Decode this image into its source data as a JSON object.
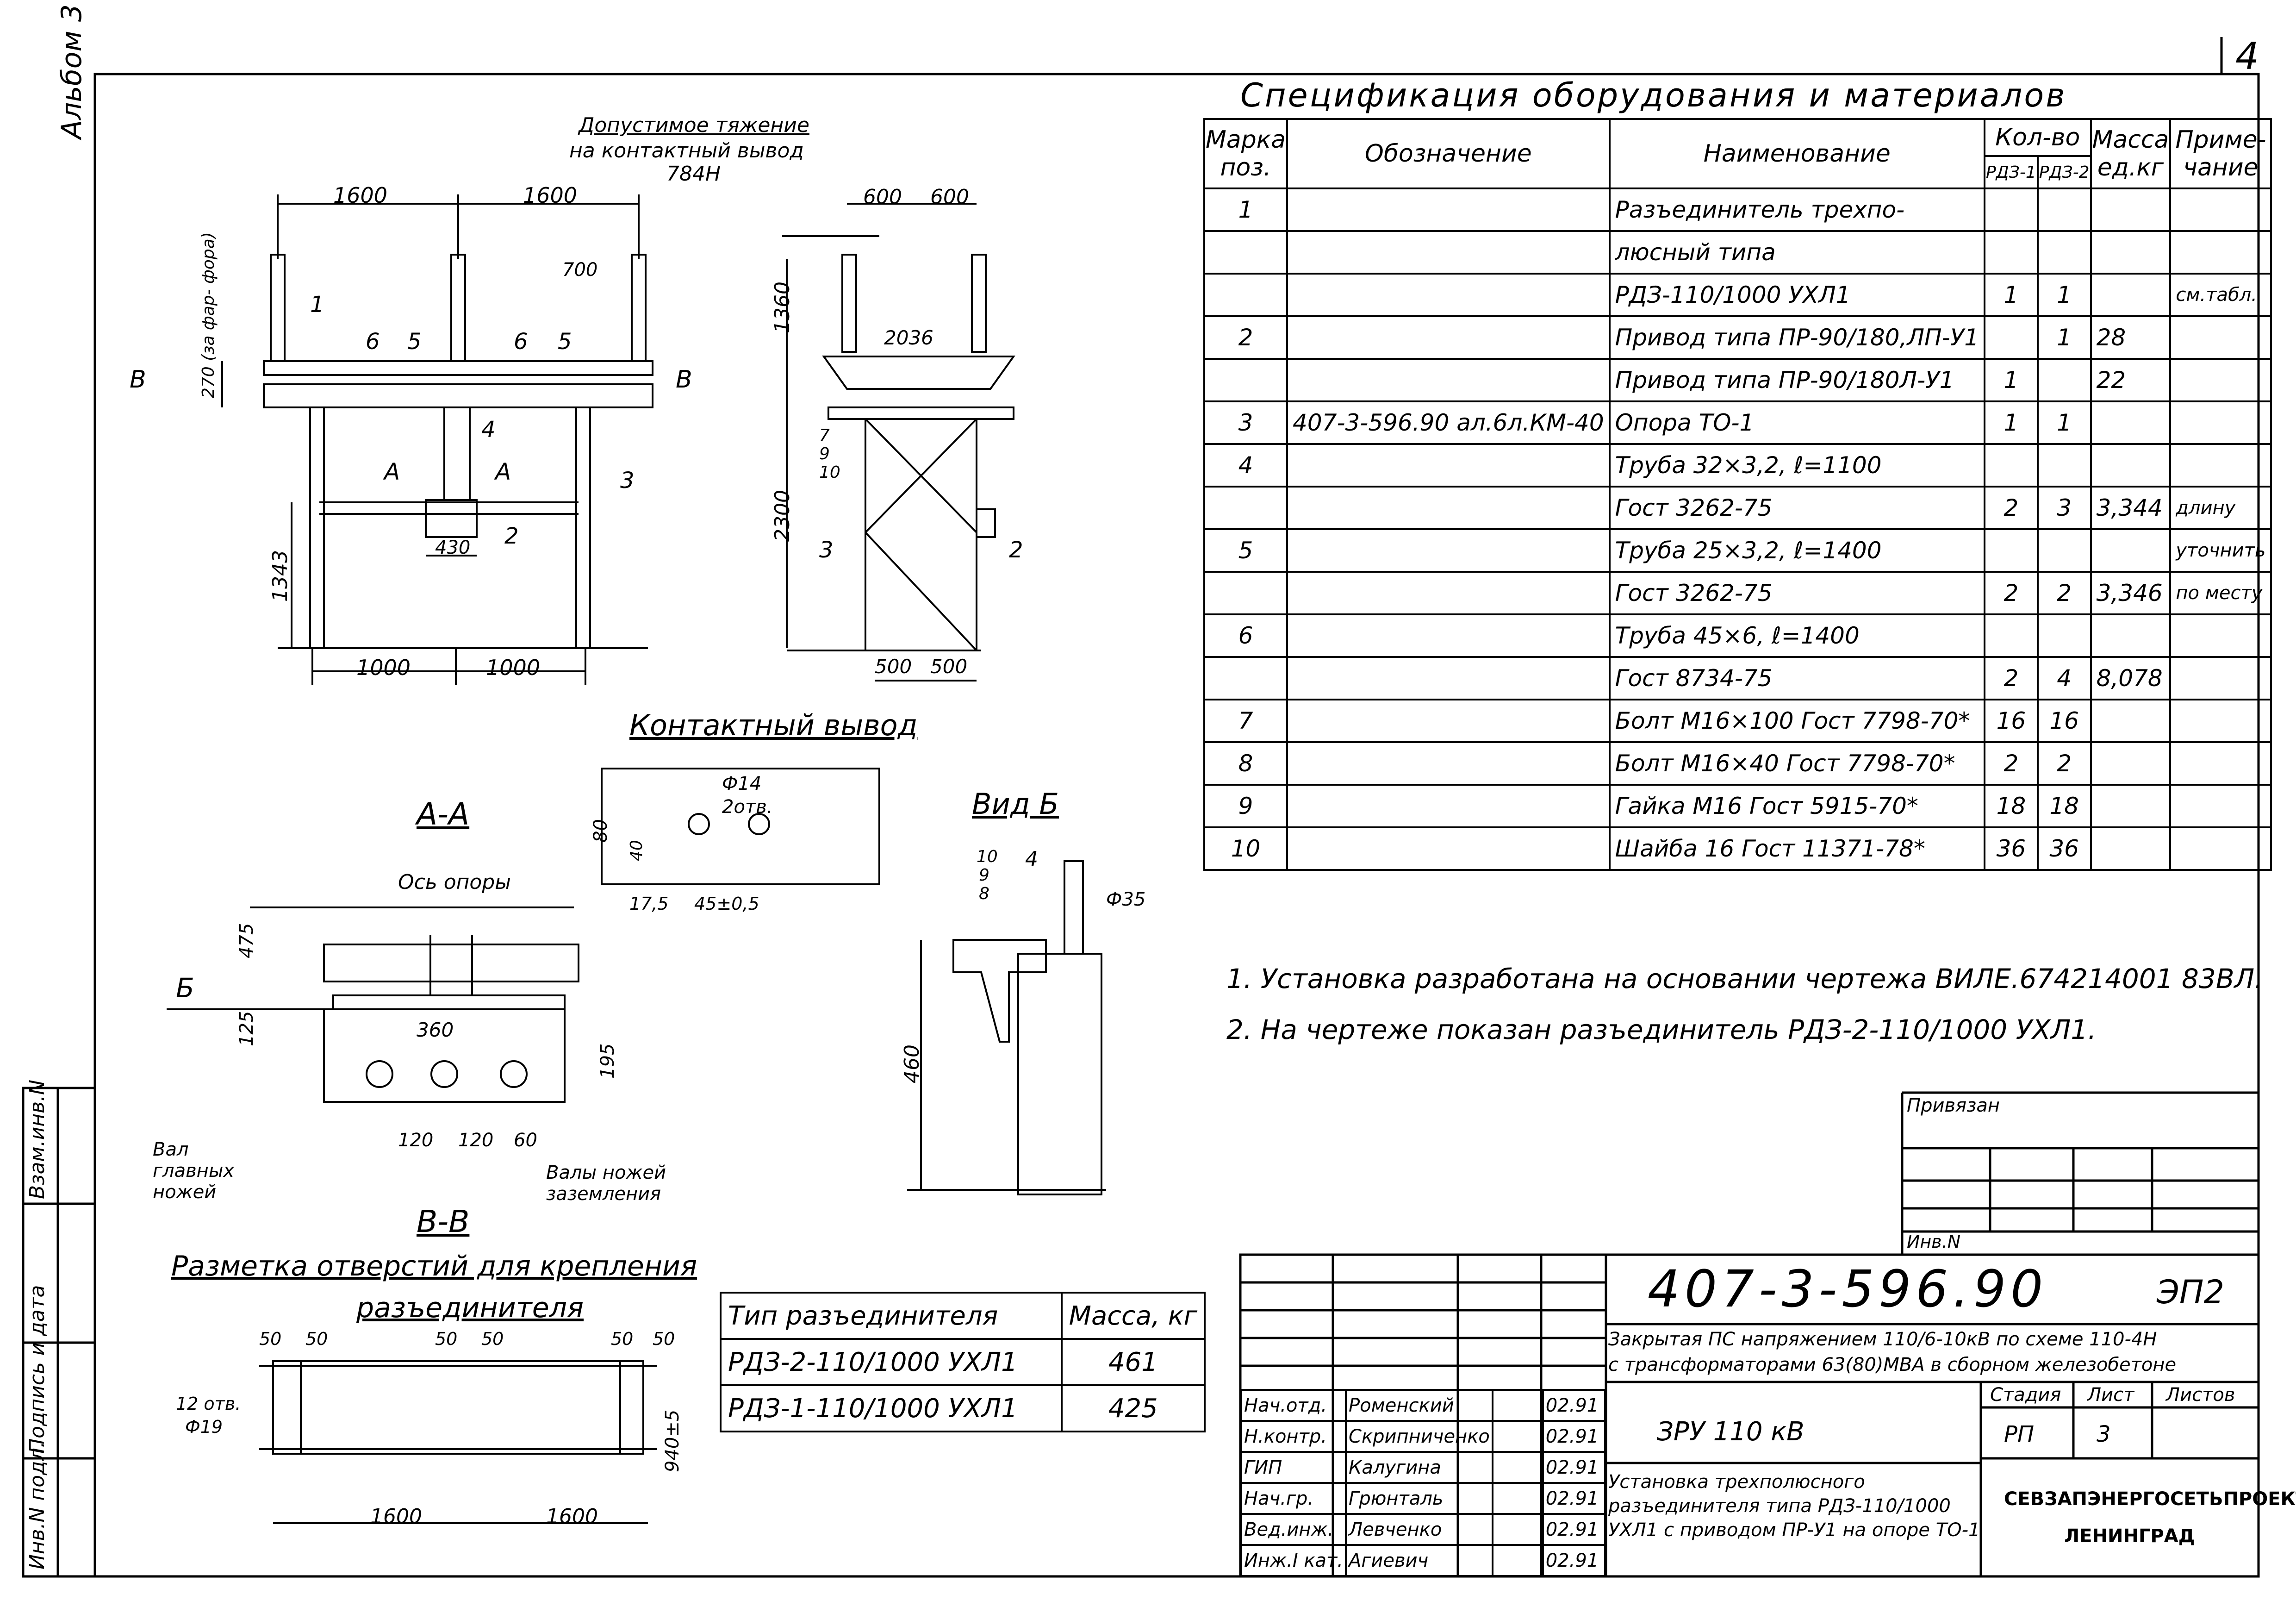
{
  "sheet_corner": "4",
  "album": "Альбом 3",
  "side_stamps": [
    "Инв.N подл.",
    "Подпись и дата",
    "Взам.инв.N"
  ],
  "spec": {
    "title": "Спецификация оборудования и материалов",
    "headers": {
      "mark": "Марка поз.",
      "designation": "Обозначение",
      "name": "Наименование",
      "qty": "Кол-во",
      "qty_a": "РДЗ-1",
      "qty_b": "РДЗ-2",
      "mass": "Масса ед.кг",
      "note": "Приме-чание"
    },
    "rows": [
      {
        "mark": "1",
        "designation": "",
        "name": "Разъединитель трехпо-",
        "q1": "",
        "q2": "",
        "mass": "",
        "note": ""
      },
      {
        "mark": "",
        "designation": "",
        "name": "люсный типа",
        "q1": "",
        "q2": "",
        "mass": "",
        "note": ""
      },
      {
        "mark": "",
        "designation": "",
        "name": "РДЗ-110/1000 УХЛ1",
        "q1": "1",
        "q2": "1",
        "mass": "",
        "note": "см.табл."
      },
      {
        "mark": "2",
        "designation": "",
        "name": "Привод типа ПР-90/180,ЛП-У1",
        "q1": "",
        "q2": "1",
        "mass": "28",
        "note": ""
      },
      {
        "mark": "",
        "designation": "",
        "name": "Привод типа ПР-90/180Л-У1",
        "q1": "1",
        "q2": "",
        "mass": "22",
        "note": ""
      },
      {
        "mark": "3",
        "designation": "407-3-596.90 ал.6л.КМ-40",
        "name": "Опора ТО-1",
        "q1": "1",
        "q2": "1",
        "mass": "",
        "note": ""
      },
      {
        "mark": "4",
        "designation": "",
        "name": "Труба 32×3,2, ℓ=1100",
        "q1": "",
        "q2": "",
        "mass": "",
        "note": ""
      },
      {
        "mark": "",
        "designation": "",
        "name": "Гост 3262-75",
        "q1": "2",
        "q2": "3",
        "mass": "3,344",
        "note": "длину"
      },
      {
        "mark": "5",
        "designation": "",
        "name": "Труба 25×3,2, ℓ=1400",
        "q1": "",
        "q2": "",
        "mass": "",
        "note": "уточнить"
      },
      {
        "mark": "",
        "designation": "",
        "name": "Гост 3262-75",
        "q1": "2",
        "q2": "2",
        "mass": "3,346",
        "note": "по месту"
      },
      {
        "mark": "6",
        "designation": "",
        "name": "Труба 45×6, ℓ=1400",
        "q1": "",
        "q2": "",
        "mass": "",
        "note": ""
      },
      {
        "mark": "",
        "designation": "",
        "name": "Гост 8734-75",
        "q1": "2",
        "q2": "4",
        "mass": "8,078",
        "note": ""
      },
      {
        "mark": "7",
        "designation": "",
        "name": "Болт М16×100 Гост 7798-70*",
        "q1": "16",
        "q2": "16",
        "mass": "",
        "note": ""
      },
      {
        "mark": "8",
        "designation": "",
        "name": "Болт М16×40 Гост 7798-70*",
        "q1": "2",
        "q2": "2",
        "mass": "",
        "note": ""
      },
      {
        "mark": "9",
        "designation": "",
        "name": "Гайка М16 Гост 5915-70*",
        "q1": "18",
        "q2": "18",
        "mass": "",
        "note": ""
      },
      {
        "mark": "10",
        "designation": "",
        "name": "Шайба 16 Гост 11371-78*",
        "q1": "36",
        "q2": "36",
        "mass": "",
        "note": ""
      }
    ]
  },
  "notes": [
    "1. Установка разработана на основании чертежа ВИЛЕ.674214001 83ВЛ.",
    "2. На чертеже показан разъединитель РДЗ-2-110/1000 УХЛ1."
  ],
  "mass_table": {
    "h_type": "Тип разъединителя",
    "h_mass": "Масса, кг",
    "rows": [
      {
        "type": "РДЗ-2-110/1000 УХЛ1",
        "mass": "461"
      },
      {
        "type": "РДЗ-1-110/1000 УХЛ1",
        "mass": "425"
      }
    ]
  },
  "drawing": {
    "tension_1": "Допустимое тяжение",
    "tension_2": "на контактный вывод",
    "tension_3": "784Н",
    "d1600a": "1600",
    "d1600b": "1600",
    "d700": "700",
    "d270": "270 (за фар- фора)",
    "dB_left": "В",
    "dB_right": "В",
    "d1343": "1343",
    "d430": "430",
    "d1000a": "1000",
    "d1000b": "1000",
    "pos1": "1",
    "pos2": "2",
    "pos3": "3",
    "pos4": "4",
    "pos5a": "5",
    "pos5b": "5",
    "pos6a": "6",
    "pos6b": "6",
    "A_left": "А",
    "A_right": "А",
    "d600a": "600",
    "d600b": "600",
    "d1360": "1360",
    "d2036": "2036",
    "d2300": "2300",
    "p7": "7",
    "p9": "9",
    "p10": "10",
    "p3s": "3",
    "p2s": "2",
    "d500a": "500",
    "d500b": "500",
    "contact_title": "Контактный вывод",
    "c80": "80",
    "c40": "40",
    "c_hole": "Ф14",
    "c_holes": "2отв.",
    "c175": "17,5",
    "c45": "45±0,5",
    "aa_title": "А-А",
    "axis_label": "Ось опоры",
    "aa475": "475",
    "aa125": "125",
    "aa195": "195",
    "aa360": "360",
    "aa120a": "120",
    "aa120b": "120",
    "aa60": "60",
    "b_letter": "Б",
    "shaft_main": "Вал главных ножей",
    "shaft_ground": "Валы ножей заземления",
    "bb_title": "В-В",
    "marking_title_1": "Разметка отверстий для крепления",
    "marking_title_2": "разъединителя",
    "m50a": "50",
    "m50b": "50",
    "m50c": "50",
    "m50d": "50",
    "m50e": "50",
    "m50f": "50",
    "m12": "12 отв.",
    "m19": "Ф19",
    "m940": "940±5",
    "m1600a": "1600",
    "m1600b": "1600",
    "vb_title": "Вид Б",
    "vb10": "10",
    "vb9": "9",
    "vb8": "8",
    "vb4": "4",
    "vb35": "Ф35",
    "vb460": "460"
  },
  "stamp": {
    "privyazan": "Привязан",
    "inv": "Инв.N",
    "code": "407-3-596.90",
    "sheet_code": "ЭП2",
    "desc1": "Закрытая ПС напряжением 110/6-10кВ по схеме 110-4Н",
    "desc2": "с трансформаторами 63(80)МВА в сборном железобетоне",
    "object": "ЗРУ 110 кВ",
    "stage_h": "Стадия",
    "sheet_h": "Лист",
    "sheets_h": "Листов",
    "stage": "РП",
    "sheet": "3",
    "sheets": "",
    "title": "Установка трехполюсного разъединителя типа РДЗ-110/1000 УХЛ1 с приводом ПР-У1 на опоре ТО-1",
    "org1": "СЕВЗАПЭНЕРГОСЕТЬПРОЕКТ",
    "org2": "ЛЕНИНГРАД",
    "people": [
      {
        "role": "Нач.отд.",
        "name": "Роменский",
        "date": "02.91"
      },
      {
        "role": "Н.контр.",
        "name": "Скрипниченко",
        "date": "02.91"
      },
      {
        "role": "ГИП",
        "name": "Калугина",
        "date": "02.91"
      },
      {
        "role": "Нач.гр.",
        "name": "Грюнталь",
        "date": "02.91"
      },
      {
        "role": "Вед.инж.",
        "name": "Левченко",
        "date": "02.91"
      },
      {
        "role": "Инж.I кат.",
        "name": "Агиевич",
        "date": "02.91"
      }
    ]
  }
}
